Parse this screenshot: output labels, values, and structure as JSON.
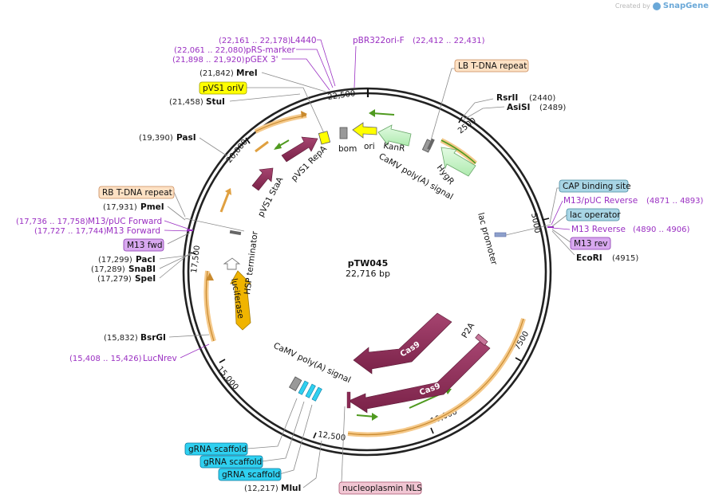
{
  "plasmid": {
    "name": "pTW045",
    "length": "22,716 bp"
  },
  "credit": {
    "text": "Created by",
    "brand": "SnapGene"
  },
  "ticks": [
    "2500",
    "5000",
    "7500",
    "10,000",
    "12,500",
    "15,000",
    "17,500",
    "20,000",
    "22,500"
  ],
  "sites": [
    {
      "name": "RsrII",
      "pos": "(2440)"
    },
    {
      "name": "AsiSI",
      "pos": "(2489)"
    },
    {
      "name": "EcoRI",
      "pos": "(4915)"
    },
    {
      "name": "MluI",
      "pos": "(12,217)"
    },
    {
      "name": "BsrGI",
      "pos": "(15,832)"
    },
    {
      "name": "SpeI",
      "pos": "(17,279)"
    },
    {
      "name": "SnaBI",
      "pos": "(17,289)"
    },
    {
      "name": "PacI",
      "pos": "(17,299)"
    },
    {
      "name": "PmeI",
      "pos": "(17,931)"
    },
    {
      "name": "PasI",
      "pos": "(19,390)"
    },
    {
      "name": "StuI",
      "pos": "(21,458)"
    },
    {
      "name": "MreI",
      "pos": "(21,842)"
    }
  ],
  "primers": [
    {
      "name": "L4440",
      "pos": "(22,161 .. 22,178)"
    },
    {
      "name": "pRS-marker",
      "pos": "(22,061 .. 22,080)"
    },
    {
      "name": "pGEX 3'",
      "pos": "(21,898 .. 21,920)"
    },
    {
      "name": "pBR322ori-F",
      "pos": "(22,412 .. 22,431)"
    },
    {
      "name": "M13/pUC Reverse",
      "pos": "(4871 .. 4893)"
    },
    {
      "name": "M13 Reverse",
      "pos": "(4890 .. 4906)"
    },
    {
      "name": "M13/pUC Forward",
      "pos": "(17,736 .. 17,758)"
    },
    {
      "name": "M13 Forward",
      "pos": "(17,727 .. 17,744)"
    },
    {
      "name": "LucNrev",
      "pos": "(15,408 .. 15,426)"
    }
  ],
  "boxes": {
    "lb_tdna": "LB T-DNA repeat",
    "pvs1_oriv": "pVS1 oriV",
    "cap_site": "CAP binding site",
    "lac_operator": "lac operator",
    "m13_rev": "M13 rev",
    "rb_tdna": "RB T-DNA repeat",
    "m13_fwd": "M13 fwd",
    "grna1": "gRNA scaffold",
    "grna2": "gRNA scaffold",
    "grna3": "gRNA scaffold",
    "nls": "nucleoplasmin NLS"
  },
  "features": {
    "pvs1_staa": "pVS1 StaA",
    "pvs1_repa": "pVS1 RepA",
    "bom": "bom",
    "ori": "ori",
    "kanr": "KanR",
    "camv_top": "CaMV poly(A) signal",
    "hygr": "HygR",
    "lac_promoter": "lac promoter",
    "hsp_terminator": "HSP terminator",
    "luciferase": "luciferase",
    "cas9_a": "Cas9",
    "cas9_b": "Cas9",
    "p2a": "P2A",
    "camv_bottom": "CaMV poly(A) signal"
  },
  "colors": {
    "backbone": "#222222",
    "cds_maroon": "#8b2a55",
    "ori_yellow": "#ffff00",
    "marker_green": "#c6f5c6",
    "luciferase_gold": "#f0b400",
    "orf_orange": "#f5c98a",
    "orf_green": "#4f9a1f",
    "primer_purple": "#9a2fc2",
    "grna_cyan": "#2fd0f0",
    "tdna_peach": "#fde1c4",
    "cap_blue": "#a8d5e5",
    "m13_violet": "#d8a8ef",
    "nls_pink": "#f1c6d3"
  }
}
